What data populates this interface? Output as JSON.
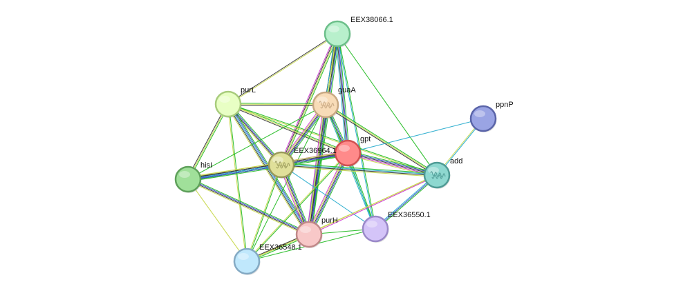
{
  "network": {
    "nodes": [
      {
        "id": "EEX38066.1",
        "label": "EEX38066.1",
        "fill": "#b8f0cc",
        "stroke": "#6cbf8a",
        "icon": ""
      },
      {
        "id": "purL",
        "label": "purL",
        "fill": "#e8ffc4",
        "stroke": "#a8cc7c",
        "icon": ""
      },
      {
        "id": "guaA",
        "label": "guaA",
        "fill": "#f8dcb8",
        "stroke": "#c8a882",
        "icon": "protein-structure-icon"
      },
      {
        "id": "ppnP",
        "label": "ppnP",
        "fill": "#9aa4e4",
        "stroke": "#5a64a8",
        "icon": ""
      },
      {
        "id": "gpt",
        "label": "gpt",
        "fill": "#ff8a8a",
        "stroke": "#d05050",
        "icon": ""
      },
      {
        "id": "EEX36964.1",
        "label": "EEX36964.1",
        "fill": "#e0e09a",
        "stroke": "#9a9a5a",
        "icon": "protein-structure-icon"
      },
      {
        "id": "hisI",
        "label": "hisI",
        "fill": "#a0e09a",
        "stroke": "#5ea05a",
        "icon": ""
      },
      {
        "id": "add",
        "label": "add",
        "fill": "#8ed8d0",
        "stroke": "#4e9a94",
        "icon": "protein-structure-icon"
      },
      {
        "id": "EEX36550.1",
        "label": "EEX36550.1",
        "fill": "#d4c4f8",
        "stroke": "#9a88c8",
        "icon": ""
      },
      {
        "id": "purH",
        "label": "purH",
        "fill": "#f8c8c8",
        "stroke": "#c08888",
        "icon": ""
      },
      {
        "id": "EEX36548.1",
        "label": "EEX36548.1",
        "fill": "#c0e8fc",
        "stroke": "#84aac4",
        "icon": ""
      }
    ],
    "edge_colors": {
      "green": "#22bb22",
      "black": "#333333",
      "yellow": "#c8d84c",
      "blue": "#3344cc",
      "cyan": "#22aacc",
      "magenta": "#cc33cc"
    },
    "edges": [
      {
        "source": "EEX38066.1",
        "target": "purL",
        "colors": [
          "yellow",
          "black"
        ]
      },
      {
        "source": "EEX38066.1",
        "target": "guaA",
        "colors": [
          "green",
          "yellow",
          "black"
        ]
      },
      {
        "source": "EEX38066.1",
        "target": "gpt",
        "colors": [
          "green",
          "blue",
          "black",
          "cyan"
        ]
      },
      {
        "source": "EEX38066.1",
        "target": "EEX36964.1",
        "colors": [
          "green",
          "yellow",
          "black",
          "magenta"
        ]
      },
      {
        "source": "EEX38066.1",
        "target": "purH",
        "colors": [
          "green",
          "blue",
          "black",
          "yellow",
          "cyan"
        ]
      },
      {
        "source": "EEX38066.1",
        "target": "EEX36550.1",
        "colors": [
          "green",
          "cyan"
        ]
      },
      {
        "source": "EEX38066.1",
        "target": "add",
        "colors": [
          "green"
        ]
      },
      {
        "source": "purL",
        "target": "guaA",
        "colors": [
          "green",
          "yellow",
          "black"
        ]
      },
      {
        "source": "purL",
        "target": "gpt",
        "colors": [
          "green",
          "yellow",
          "black"
        ]
      },
      {
        "source": "purL",
        "target": "EEX36964.1",
        "colors": [
          "green",
          "blue",
          "black",
          "yellow"
        ]
      },
      {
        "source": "purL",
        "target": "hisI",
        "colors": [
          "green",
          "yellow",
          "black"
        ]
      },
      {
        "source": "purL",
        "target": "purH",
        "colors": [
          "green",
          "blue",
          "cyan",
          "black",
          "yellow"
        ]
      },
      {
        "source": "purL",
        "target": "EEX36548.1",
        "colors": [
          "green",
          "yellow"
        ]
      },
      {
        "source": "purL",
        "target": "add",
        "colors": [
          "green",
          "yellow"
        ]
      },
      {
        "source": "guaA",
        "target": "gpt",
        "colors": [
          "green",
          "blue",
          "black",
          "yellow"
        ]
      },
      {
        "source": "guaA",
        "target": "EEX36964.1",
        "colors": [
          "green",
          "blue",
          "black",
          "yellow",
          "magenta"
        ]
      },
      {
        "source": "guaA",
        "target": "purH",
        "colors": [
          "green",
          "blue",
          "black",
          "yellow",
          "magenta"
        ]
      },
      {
        "source": "guaA",
        "target": "EEX36550.1",
        "colors": [
          "green",
          "cyan"
        ]
      },
      {
        "source": "guaA",
        "target": "add",
        "colors": [
          "green",
          "yellow",
          "black"
        ]
      },
      {
        "source": "guaA",
        "target": "hisI",
        "colors": [
          "green"
        ]
      },
      {
        "source": "guaA",
        "target": "EEX36548.1",
        "colors": [
          "green"
        ]
      },
      {
        "source": "ppnP",
        "target": "gpt",
        "colors": [
          "cyan"
        ]
      },
      {
        "source": "ppnP",
        "target": "add",
        "colors": [
          "cyan",
          "yellow"
        ]
      },
      {
        "source": "gpt",
        "target": "EEX36964.1",
        "colors": [
          "green",
          "blue",
          "black",
          "yellow",
          "magenta"
        ]
      },
      {
        "source": "gpt",
        "target": "add",
        "colors": [
          "green",
          "blue",
          "black",
          "magenta",
          "yellow"
        ]
      },
      {
        "source": "gpt",
        "target": "EEX36550.1",
        "colors": [
          "green",
          "cyan"
        ]
      },
      {
        "source": "gpt",
        "target": "purH",
        "colors": [
          "green",
          "blue",
          "black",
          "yellow",
          "magenta"
        ]
      },
      {
        "source": "gpt",
        "target": "hisI",
        "colors": [
          "green",
          "blue",
          "black",
          "yellow"
        ]
      },
      {
        "source": "gpt",
        "target": "EEX36548.1",
        "colors": [
          "green",
          "yellow"
        ]
      },
      {
        "source": "EEX36964.1",
        "target": "hisI",
        "colors": [
          "green",
          "blue",
          "cyan",
          "black",
          "yellow"
        ]
      },
      {
        "source": "EEX36964.1",
        "target": "purH",
        "colors": [
          "green",
          "blue",
          "black",
          "yellow",
          "magenta"
        ]
      },
      {
        "source": "EEX36964.1",
        "target": "add",
        "colors": [
          "green",
          "cyan",
          "black",
          "yellow"
        ]
      },
      {
        "source": "EEX36964.1",
        "target": "EEX36548.1",
        "colors": [
          "green",
          "yellow"
        ]
      },
      {
        "source": "EEX36964.1",
        "target": "EEX36550.1",
        "colors": [
          "cyan"
        ]
      },
      {
        "source": "hisI",
        "target": "purH",
        "colors": [
          "green",
          "blue",
          "black",
          "yellow"
        ]
      },
      {
        "source": "hisI",
        "target": "EEX36548.1",
        "colors": [
          "yellow"
        ]
      },
      {
        "source": "add",
        "target": "EEX36550.1",
        "colors": [
          "green",
          "blue",
          "cyan"
        ]
      },
      {
        "source": "add",
        "target": "purH",
        "colors": [
          "magenta",
          "yellow"
        ]
      },
      {
        "source": "add",
        "target": "EEX36548.1",
        "colors": [
          "yellow"
        ]
      },
      {
        "source": "purH",
        "target": "EEX36548.1",
        "colors": [
          "green",
          "yellow",
          "black"
        ]
      },
      {
        "source": "purH",
        "target": "EEX36550.1",
        "colors": [
          "green"
        ]
      },
      {
        "source": "EEX36548.1",
        "target": "EEX36550.1",
        "colors": [
          "green"
        ]
      }
    ]
  }
}
